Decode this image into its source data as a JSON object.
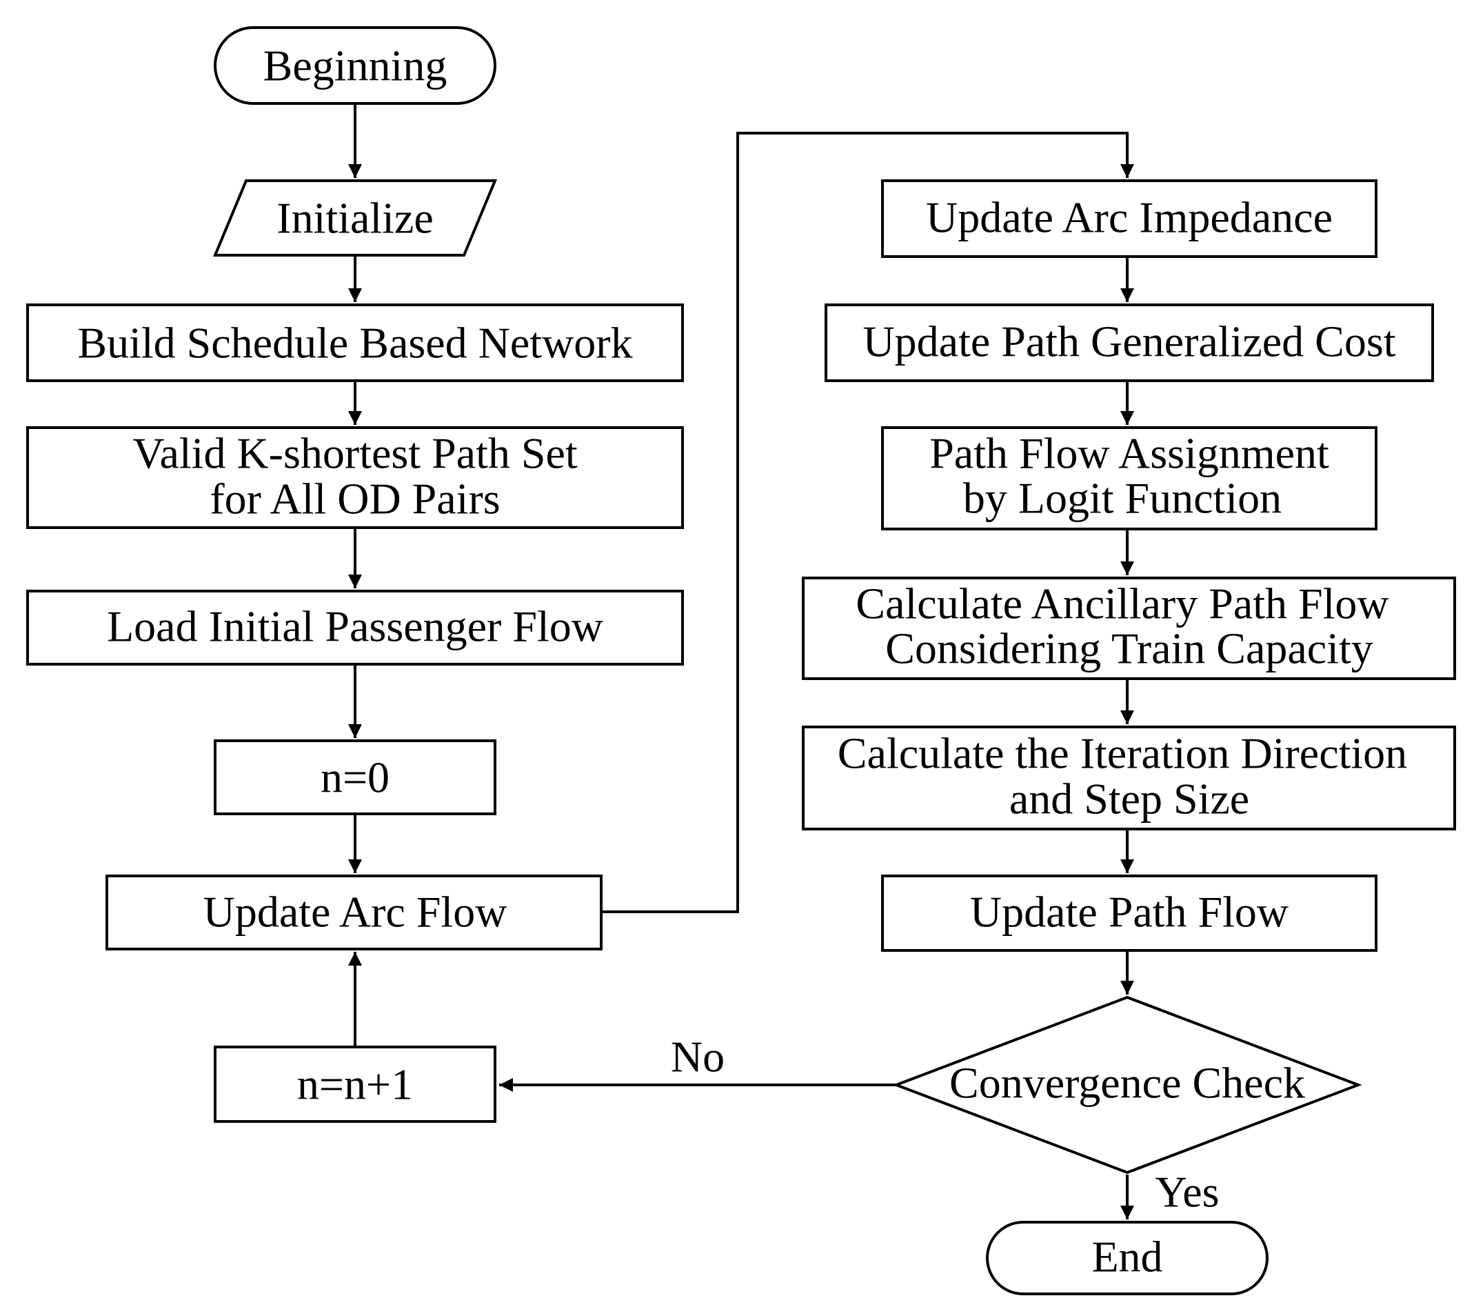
{
  "nodes": {
    "beginning": "Beginning",
    "initialize": "Initialize",
    "build_network": "Build Schedule Based Network",
    "k_shortest_line1": "Valid K-shortest Path Set",
    "k_shortest_line2": "for All OD Pairs",
    "load_flow": "Load Initial Passenger Flow",
    "n_zero": "n=0",
    "update_arc_flow": "Update Arc Flow",
    "n_increment": "n=n+1",
    "update_arc_impedance": "Update Arc Impedance",
    "update_path_cost": "Update Path Generalized Cost",
    "logit_line1": "Path Flow Assignment",
    "logit_line2": "by Logit Function",
    "ancillary_line1": "Calculate Ancillary Path Flow",
    "ancillary_line2": "Considering Train Capacity",
    "iteration_line1": "Calculate the Iteration Direction",
    "iteration_line2": "and Step Size",
    "update_path_flow": "Update Path Flow",
    "convergence": "Convergence Check",
    "end": "End"
  },
  "edge_labels": {
    "no": "No",
    "yes": "Yes"
  },
  "colors": {
    "stroke": "#000000",
    "fill": "#ffffff",
    "text": "#000000"
  }
}
